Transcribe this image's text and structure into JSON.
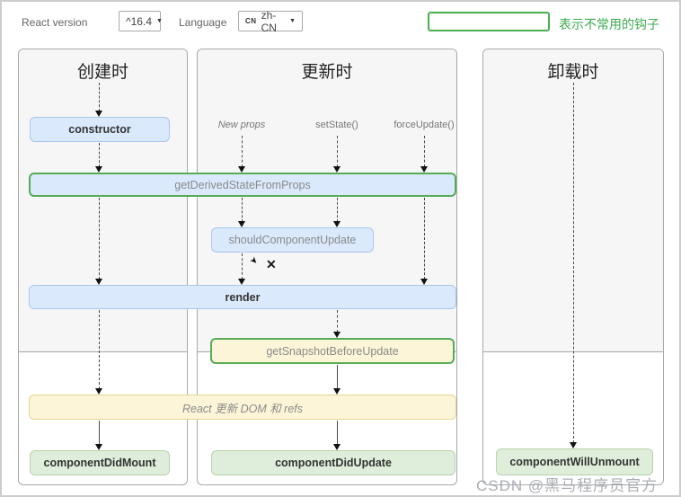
{
  "topbar": {
    "react_version_label": "React version",
    "react_version_value": "^16.4",
    "language_label": "Language",
    "language_badge": "CN",
    "language_value": "zh-CN",
    "caret": "▼"
  },
  "legend": {
    "text": "表示不常用的钩子"
  },
  "columns": [
    {
      "title": "创建时"
    },
    {
      "title": "更新时"
    },
    {
      "title": "卸载时"
    }
  ],
  "triggers": [
    "New props",
    "setState()",
    "forceUpdate()"
  ],
  "boxes": {
    "constructor": "constructor",
    "get_derived_state_from_props": "getDerivedStateFromProps",
    "should_component_update": "shouldComponentUpdate",
    "render": "render",
    "get_snapshot_before_update": "getSnapshotBeforeUpdate",
    "react_updates_dom": "React 更新 DOM 和 refs",
    "component_did_mount": "componentDidMount",
    "component_did_update": "componentDidUpdate",
    "component_will_unmount": "componentWillUnmount"
  },
  "marks": {
    "cancel": "✕",
    "branch_arrow": "➤"
  },
  "watermark": "CSDN @黑马程序员官方",
  "colors": {
    "accent_green": "#4caf50",
    "box_blue_fill": "#dbe9fd",
    "box_blue_border": "#a9c6ef",
    "box_yellow_fill": "#fdf5d7",
    "box_green_fill": "#dfeeda",
    "uncommon_hook_border": "#57ab57",
    "panel_gray": "#f6f6f6"
  }
}
